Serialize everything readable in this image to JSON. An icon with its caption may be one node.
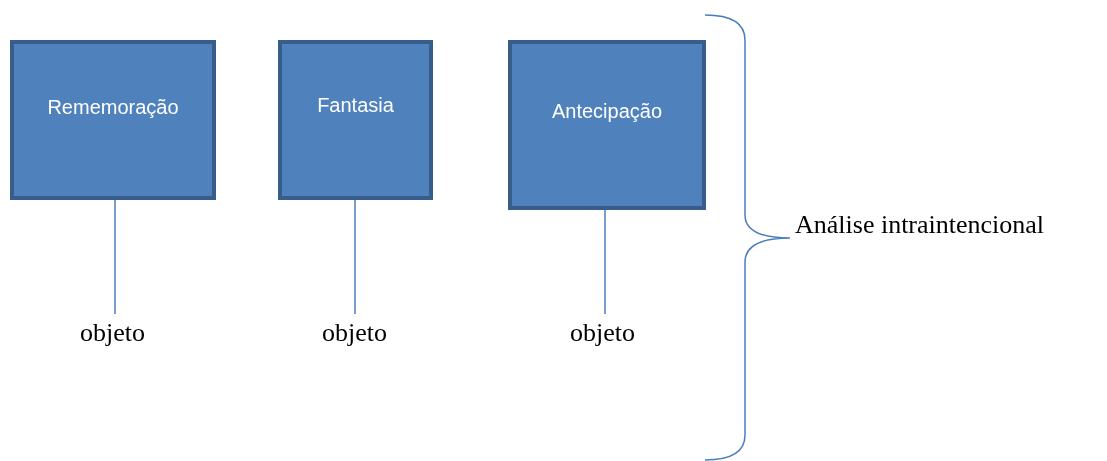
{
  "diagram": {
    "nodes": [
      {
        "text": [
          "Rememoração"
        ]
      },
      {
        "text": [
          "Fantasia"
        ]
      },
      {
        "text": [
          "Antecipação"
        ]
      },
      {
        "text": [
          "objeto"
        ]
      },
      {
        "text": [
          "objeto"
        ]
      },
      {
        "text": [
          "objeto"
        ]
      }
    ],
    "edges": [
      {
        "from": 0,
        "to": 3,
        "arrow": "none"
      },
      {
        "from": 1,
        "to": 4,
        "arrow": "none"
      },
      {
        "from": 2,
        "to": 5,
        "arrow": "none"
      }
    ],
    "labels": [
      "Análise intraintencional"
    ]
  }
}
